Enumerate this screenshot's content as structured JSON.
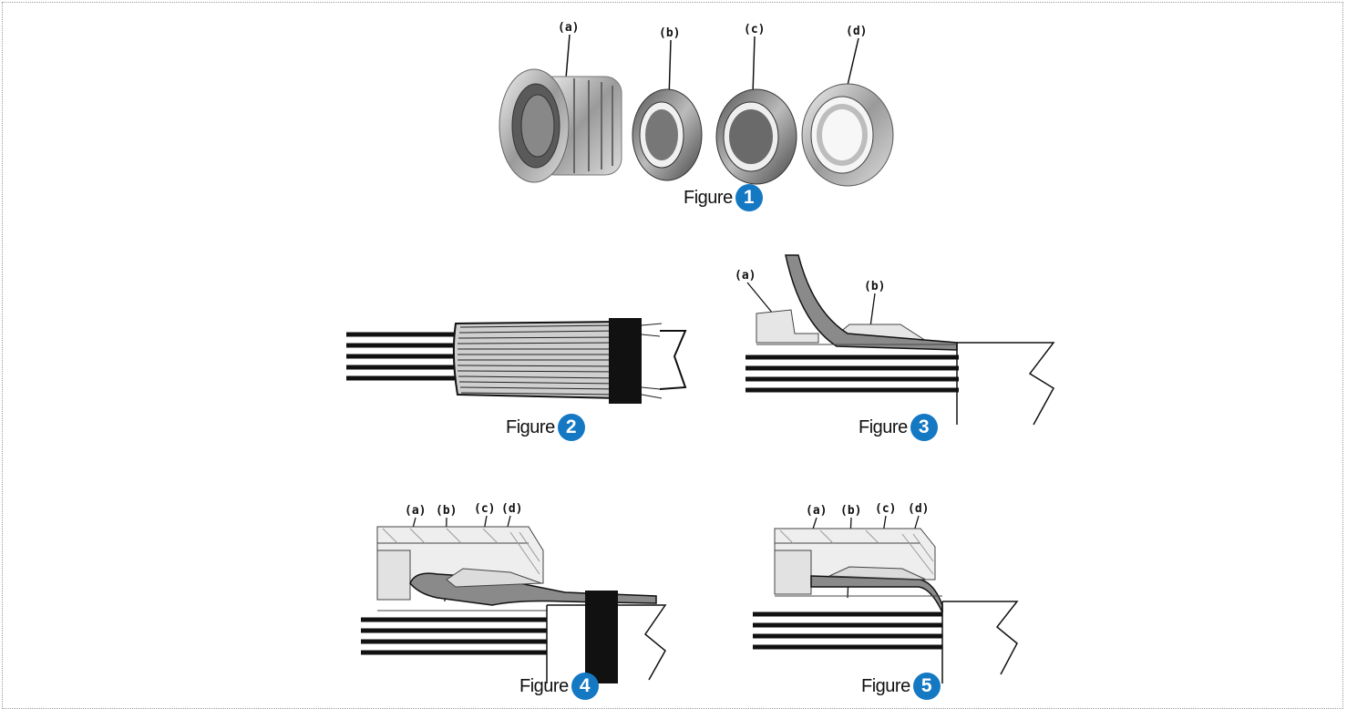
{
  "figures": [
    {
      "caption": "Figure",
      "number": "1",
      "labels": [
        "(a)",
        "(b)",
        "(c)",
        "(d)"
      ]
    },
    {
      "caption": "Figure",
      "number": "2",
      "labels": []
    },
    {
      "caption": "Figure",
      "number": "3",
      "labels": [
        "(a)",
        "(b)"
      ]
    },
    {
      "caption": "Figure",
      "number": "4",
      "labels": [
        "(a)",
        "(b)",
        "(c)",
        "(d)"
      ]
    },
    {
      "caption": "Figure",
      "number": "5",
      "labels": [
        "(a)",
        "(b)",
        "(c)",
        "(d)"
      ]
    }
  ],
  "colors": {
    "badge": "#1478c3",
    "border": "#9a9a9a"
  }
}
